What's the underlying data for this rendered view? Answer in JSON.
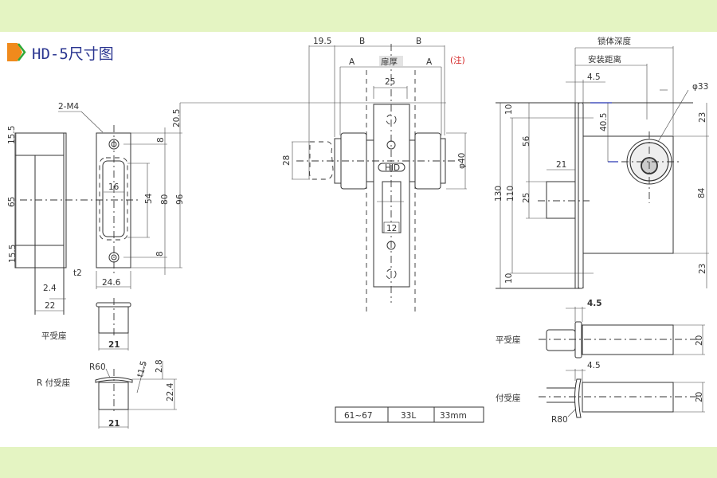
{
  "title": "HD-5尺寸图",
  "colors": {
    "band": "#e4f4c2",
    "title": "#2a3590",
    "icon_orange": "#f08a1c",
    "icon_green": "#2ea836",
    "note_red": "#d42020"
  },
  "strike_plate": {
    "screw_label": "2-M4",
    "dims": {
      "top_offset": "20.5",
      "hole_top": "8",
      "hole_bottom": "8",
      "slot_height": "54",
      "hole_pitch": "80",
      "height": "96",
      "slot_width": "16",
      "width": "24.6",
      "thickness": "t2",
      "edge": "2.4",
      "depth": "22",
      "side_top": "15.5",
      "side_mid": "65",
      "side_bottom": "15.5"
    }
  },
  "receptacles_left": {
    "flat_label": "平受座",
    "flat_width": "21",
    "r_label": "R 付受座",
    "radius": "R60",
    "thickness": "t1.5",
    "lip": "2.8",
    "height": "22.4",
    "r_width": "21"
  },
  "lock_front": {
    "dims": {
      "thumb_offset": "19.5",
      "b_left": "B",
      "b_right": "B",
      "a_left": "A",
      "door": "扉厚",
      "a_right": "A",
      "plate_width": "25",
      "thumb_height": "28",
      "knob_dia": "φ40",
      "latch_width": "12"
    },
    "note": "(注)",
    "badge": "HID"
  },
  "spec_table": [
    "61~67",
    "33L",
    "33mm"
  ],
  "lock_side": {
    "body_depth": "锁体深度",
    "backset": "安装距离",
    "face": "4.5",
    "cyl_dia": "φ33",
    "dims": {
      "total": "130",
      "top10": "10",
      "bottom10": "10",
      "pitch": "110",
      "d56": "56",
      "d25": "25",
      "d21": "21",
      "d40_5": "40.5",
      "top23": "23",
      "d84": "84",
      "bottom23": "23"
    }
  },
  "receptacles_right": {
    "flat_label": "平受座",
    "flat_face": "4.5",
    "flat_dia": "20",
    "r_label": "付受座",
    "r_face": "4.5",
    "r_dia": "20",
    "radius": "R80"
  }
}
